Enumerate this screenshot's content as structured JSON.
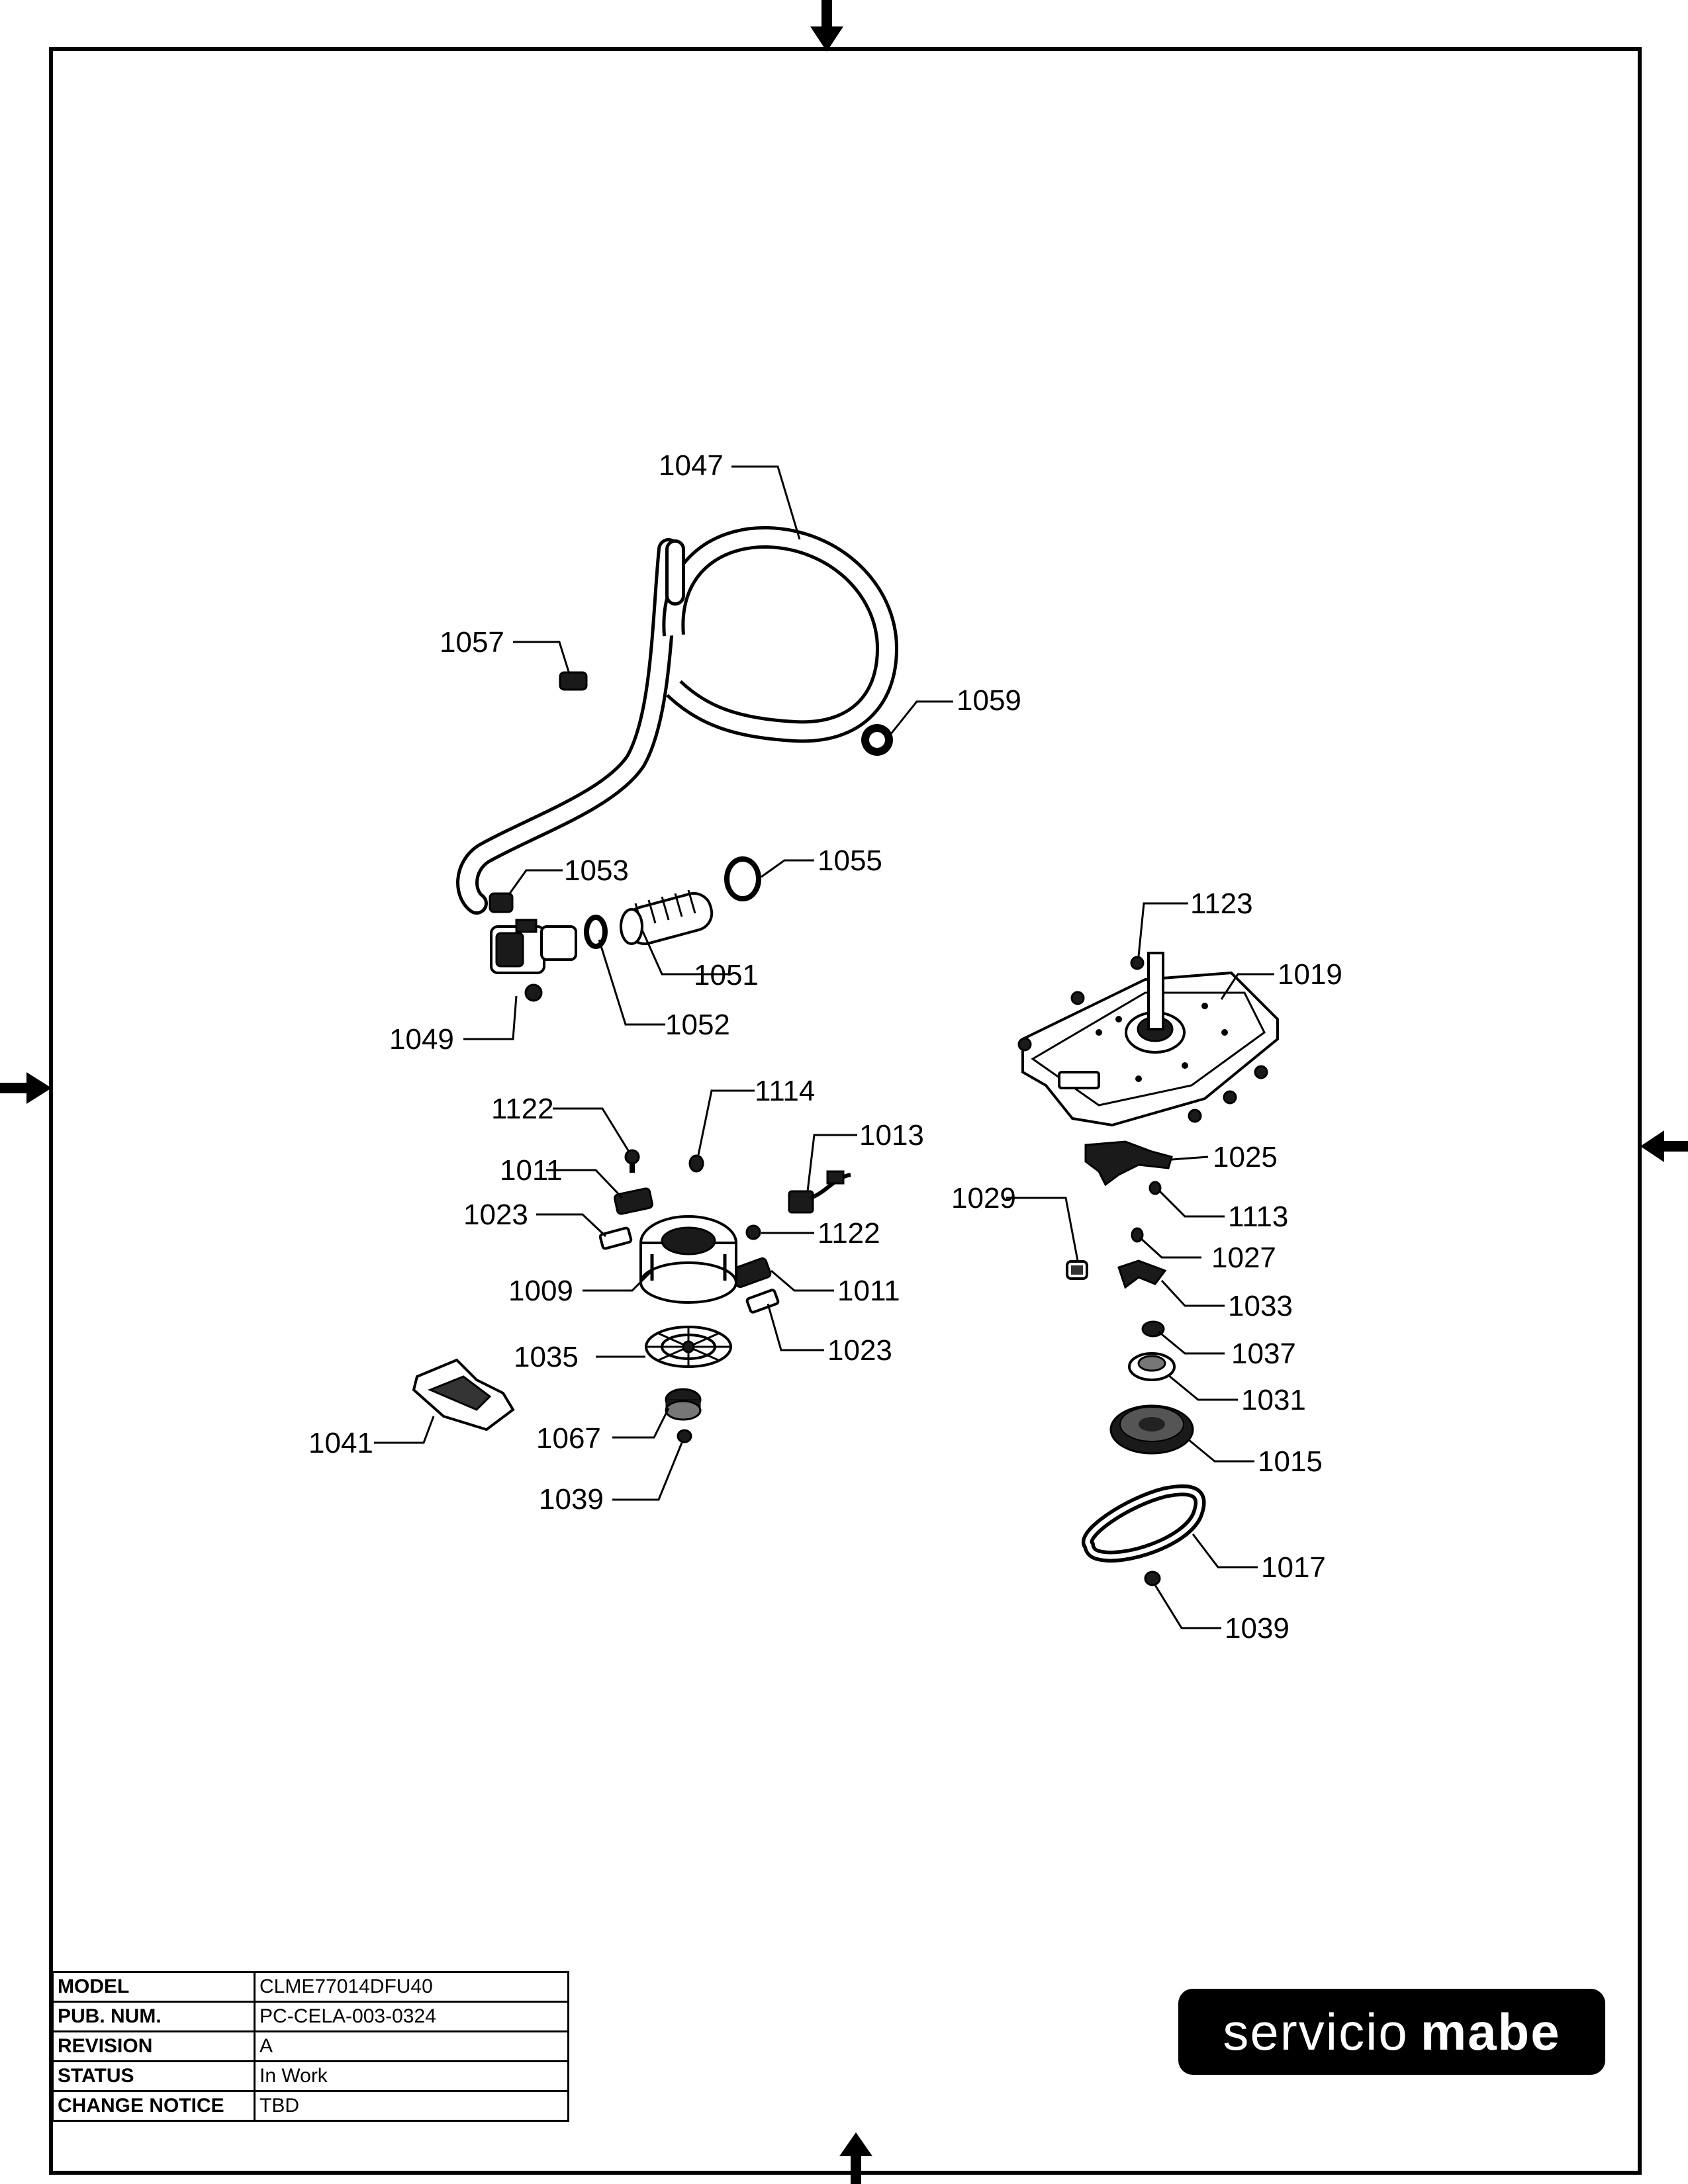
{
  "callouts": {
    "c1047": "1047",
    "c1057": "1057",
    "c1059": "1059",
    "c1053": "1053",
    "c1055": "1055",
    "c1051": "1051",
    "c1052": "1052",
    "c1049": "1049",
    "c1123": "1123",
    "c1019": "1019",
    "c1122a": "1122",
    "c1114": "1114",
    "c1013": "1013",
    "c1011a": "1011",
    "c1023a": "1023",
    "c1122b": "1122",
    "c1009": "1009",
    "c1011b": "1011",
    "c1023b": "1023",
    "c1035": "1035",
    "c1041": "1041",
    "c1067": "1067",
    "c1039a": "1039",
    "c1025": "1025",
    "c1029": "1029",
    "c1113": "1113",
    "c1027": "1027",
    "c1033": "1033",
    "c1037": "1037",
    "c1031": "1031",
    "c1015": "1015",
    "c1017": "1017",
    "c1039b": "1039"
  },
  "title_block": {
    "model_label": "MODEL",
    "model_value": "CLME77014DFU40",
    "pub_label": "PUB. NUM.",
    "pub_value": "PC-CELA-003-0324",
    "revision_label": "REVISION",
    "revision_value": "A",
    "status_label": "STATUS",
    "status_value": "In Work",
    "change_label": "CHANGE NOTICE",
    "change_value": "TBD"
  },
  "brand": {
    "word1": "servicio",
    "word2": "mabe"
  }
}
